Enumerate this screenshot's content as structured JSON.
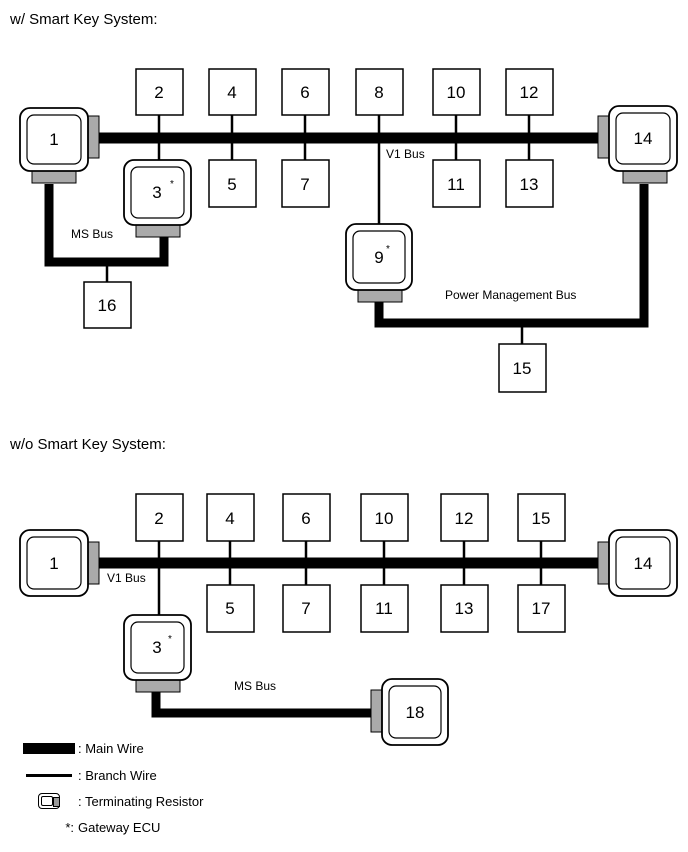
{
  "titles": {
    "with_smart_key": "w/ Smart Key System:",
    "without_smart_key": "w/o Smart Key System:"
  },
  "top": {
    "buses": {
      "v1": "V1 Bus",
      "ms": "MS Bus",
      "power": "Power Management Bus"
    },
    "ecus": {
      "n1": "1",
      "n2": "2",
      "n3": "3",
      "n4": "4",
      "n5": "5",
      "n6": "6",
      "n7": "7",
      "n8": "8",
      "n9": "9",
      "n10": "10",
      "n11": "11",
      "n12": "12",
      "n13": "13",
      "n14": "14",
      "n15": "15",
      "n16": "16"
    },
    "gateway_mark": "*"
  },
  "bottom": {
    "buses": {
      "v1": "V1 Bus",
      "ms": "MS Bus"
    },
    "ecus": {
      "n1": "1",
      "n2": "2",
      "n3": "3",
      "n4": "4",
      "n5": "5",
      "n6": "6",
      "n7": "7",
      "n10": "10",
      "n11": "11",
      "n12": "12",
      "n13": "13",
      "n14": "14",
      "n15": "15",
      "n17": "17",
      "n18": "18"
    },
    "gateway_mark": "*"
  },
  "legend": {
    "main_wire": ": Main Wire",
    "branch_wire": ": Branch Wire",
    "terminating_resistor": ": Terminating Resistor",
    "gateway_symbol": "*:",
    "gateway_ecu": " Gateway ECU"
  },
  "colors": {
    "line": "#000000",
    "connector": "#aaaaaa",
    "background": "#ffffff"
  }
}
